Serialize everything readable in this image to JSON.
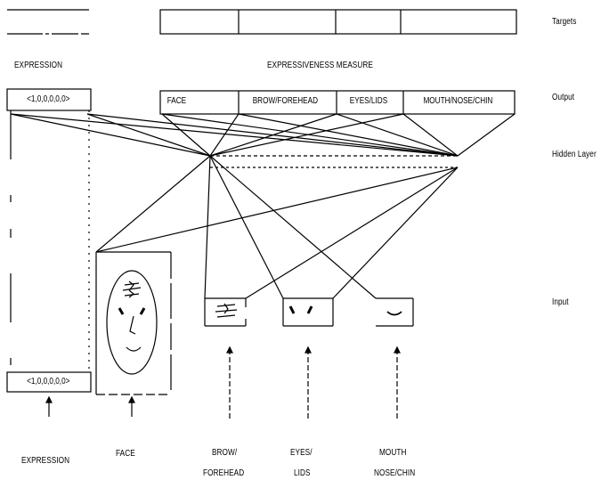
{
  "side_labels": {
    "targets": "Targets",
    "output": "Output",
    "hidden": "Hidden Layer",
    "input": "Input"
  },
  "headers": {
    "expression": "EXPRESSION",
    "measure": "EXPRESSIVENESS MEASURE"
  },
  "output_cells": [
    "FACE",
    "BROW/FOREHEAD",
    "EYES/LIDS",
    "MOUTH/NOSE/CHIN"
  ],
  "expression_vector_top": "<1,0,0,0,0,0>",
  "expression_vector_bottom": "<1,0,0,0,0,0>",
  "bottom_labels": {
    "expression": "EXPRESSION",
    "face": "FACE",
    "brow_line1": "BROW/",
    "brow_line2": "FOREHEAD",
    "eyes_line1": "EYES/",
    "eyes_line2": "LIDS",
    "mouth_line1": "MOUTH",
    "mouth_line2": "NOSE/CHIN"
  }
}
